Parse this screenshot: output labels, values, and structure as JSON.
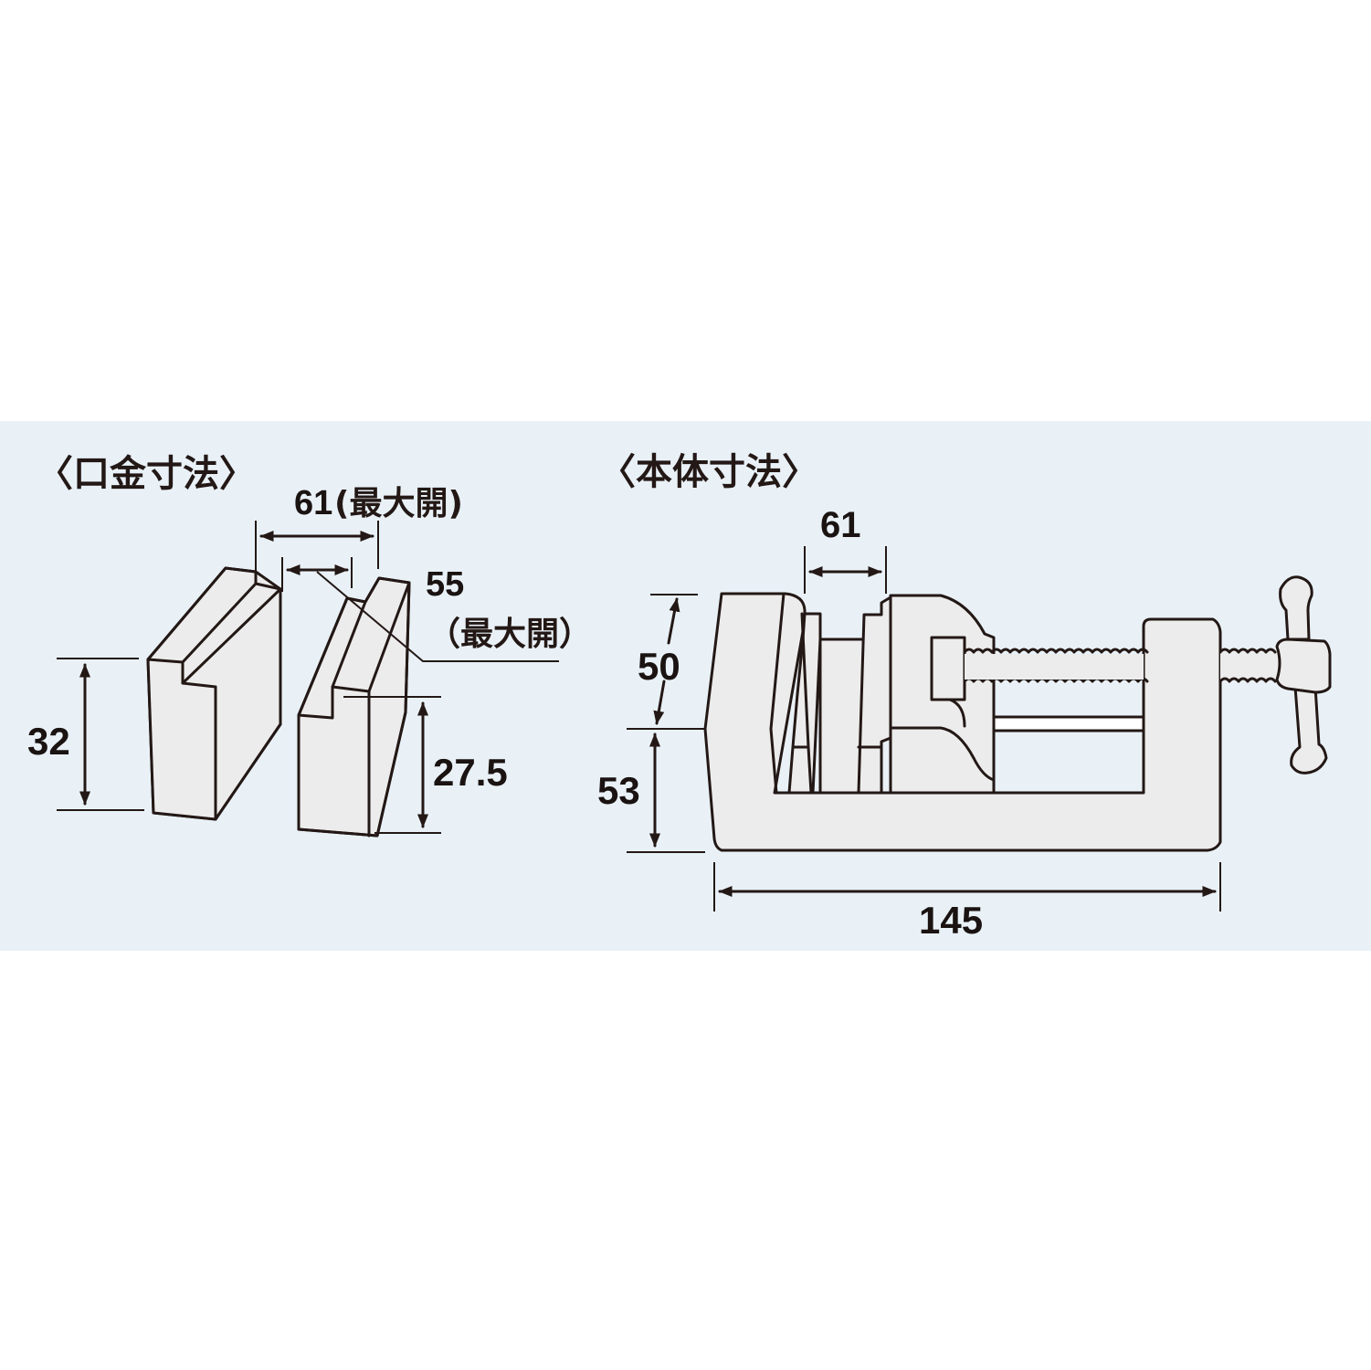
{
  "background": {
    "page": "#ffffff",
    "panel": "#e9f1f7",
    "part_fill": "#ececec",
    "line": "#231815"
  },
  "jaw_section": {
    "title": "〈口金寸法〉",
    "dimensions": {
      "max_opening_outer": {
        "value": "61",
        "note": "(最大開)"
      },
      "max_opening_inner": {
        "value": "55",
        "note": "（最大開）"
      },
      "jaw_height": "32",
      "jaw_lower_height": "27.5"
    }
  },
  "body_section": {
    "title": "〈本体寸法〉",
    "dimensions": {
      "jaw_width": "61",
      "upper_height": "50",
      "lower_height": "53",
      "total_length": "145"
    }
  }
}
